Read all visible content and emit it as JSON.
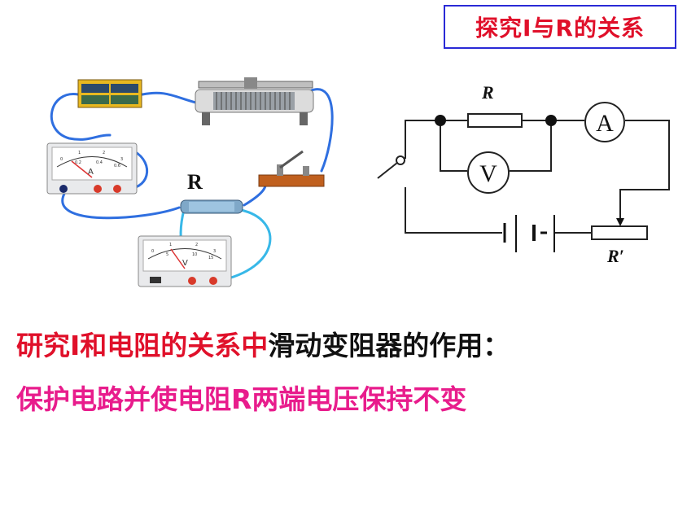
{
  "title": "探究I与R的关系",
  "apparatus": {
    "resistor_label": "R",
    "ammeter_letter": "A",
    "voltmeter_letter": "V",
    "ammeter_scale": [
      "0",
      "1",
      "2",
      "3",
      "0.2",
      "0.4",
      "0.6"
    ],
    "voltmeter_scale": [
      "0",
      "1",
      "2",
      "3",
      "5",
      "10",
      "15"
    ]
  },
  "schematic": {
    "resistor_label": "R",
    "ammeter_symbol": "A",
    "voltmeter_symbol": "V",
    "rheostat_label": "R′"
  },
  "text": {
    "line1_red": "研究I和电阻的关系中",
    "line1_black": "滑动变阻器的作用：",
    "line2": "保护电路并使电阻R两端电压保持不变"
  },
  "colors": {
    "title": "#e0102a",
    "title_border": "#2a2ad6",
    "wire_photo": "#2f6fe0",
    "wire_cyan": "#38b8e8",
    "line2": "#e81c8c"
  }
}
